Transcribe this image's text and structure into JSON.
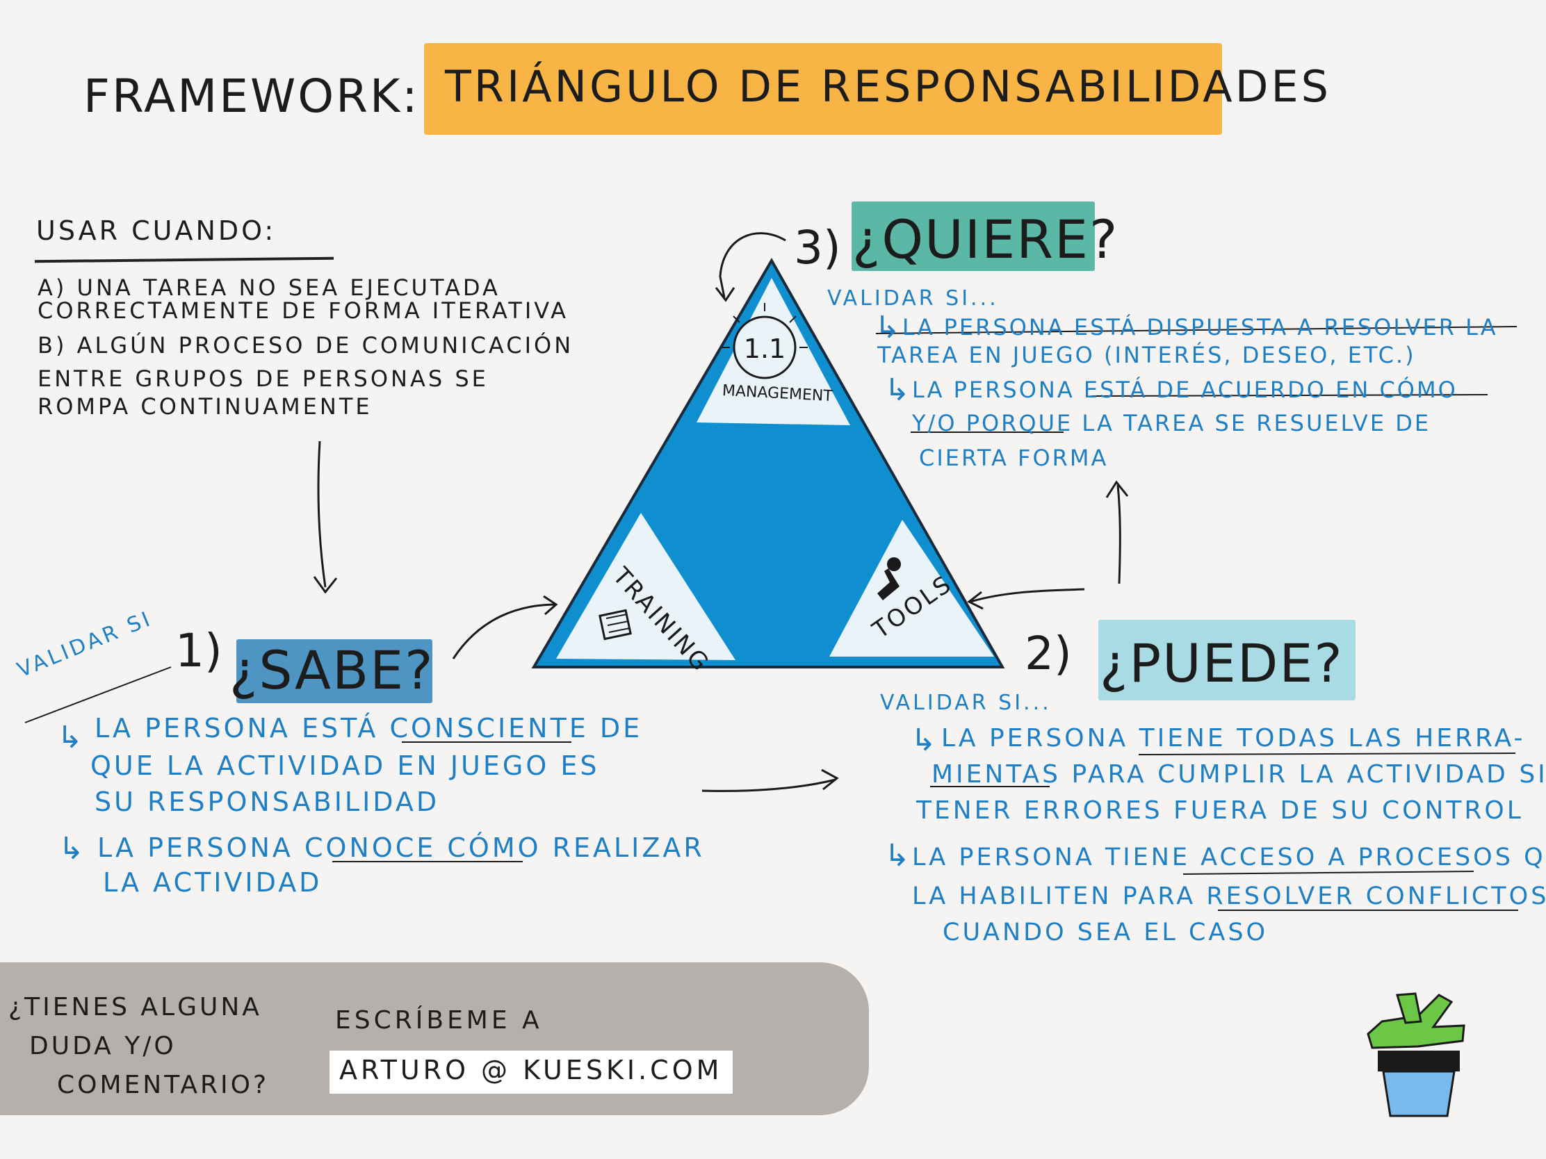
{
  "title": {
    "prefix": "FRAMEWORK:",
    "main": "TRIÁNGULO DE RESPONSABILIDADES"
  },
  "usar": {
    "heading": "USAR CUANDO:",
    "lines": [
      "A) UNA TAREA NO SEA EJECUTADA",
      "CORRECTAMENTE DE FORMA ITERATIVA",
      "B) ALGÚN PROCESO DE COMUNICACIÓN",
      "ENTRE GRUPOS DE PERSONAS SE",
      "ROMPA CONTINUAMENTE"
    ]
  },
  "triangle": {
    "management_badge": "1.1",
    "management_label": "MANAGEMENT",
    "training_label": "TRAINING",
    "tools_label": "TOOLS"
  },
  "quiere": {
    "number": "3)",
    "question": "¿QUIERE?",
    "validar": "VALIDAR SI...",
    "bullets": [
      [
        "LA PERSONA ESTÁ DISPUESTA A RESOLVER LA",
        "TAREA EN JUEGO (INTERÉS, DESEO, ETC.)"
      ],
      [
        "LA PERSONA ESTÁ DE ACUERDO EN CÓMO",
        "Y/O PORQUE LA TAREA SE RESUELVE DE",
        "CIERTA FORMA"
      ]
    ]
  },
  "sabe": {
    "number": "1)",
    "question": "¿SABE?",
    "validar": "VALIDAR SI",
    "bullets": [
      [
        "LA PERSONA ESTÁ CONSCIENTE DE",
        "QUE LA ACTIVIDAD EN JUEGO ES",
        "SU RESPONSABILIDAD"
      ],
      [
        "LA PERSONA CONOCE CÓMO REALIZAR",
        "LA ACTIVIDAD"
      ]
    ]
  },
  "puede": {
    "number": "2)",
    "question": "¿PUEDE?",
    "validar": "VALIDAR SI...",
    "bullets": [
      [
        "LA PERSONA TIENE TODAS LAS HERRA-",
        "MIENTAS PARA CUMPLIR LA ACTIVIDAD SIN",
        "TENER ERRORES FUERA DE SU CONTROL"
      ],
      [
        "LA PERSONA TIENE ACCESO A PROCESOS QUE",
        "LA HABILITEN PARA RESOLVER CONFLICTOS",
        "CUANDO SEA EL CASO"
      ]
    ]
  },
  "footer": {
    "question_lines": [
      "¿TIENES ALGUNA",
      "DUDA Y/O",
      "COMENTARIO?"
    ],
    "cta": "ESCRÍBEME A",
    "email": "ARTURO @ KUESKI.COM"
  },
  "colors": {
    "title_band": "#f8b546",
    "triangle_blue": "#0f8fd0",
    "quiere_band": "#5bb8a6",
    "puede_band": "#a8dbe3",
    "sabe_band": "#4f95c4",
    "validation_text": "#1e7fc4",
    "footer_band": "#b5b0ab"
  }
}
